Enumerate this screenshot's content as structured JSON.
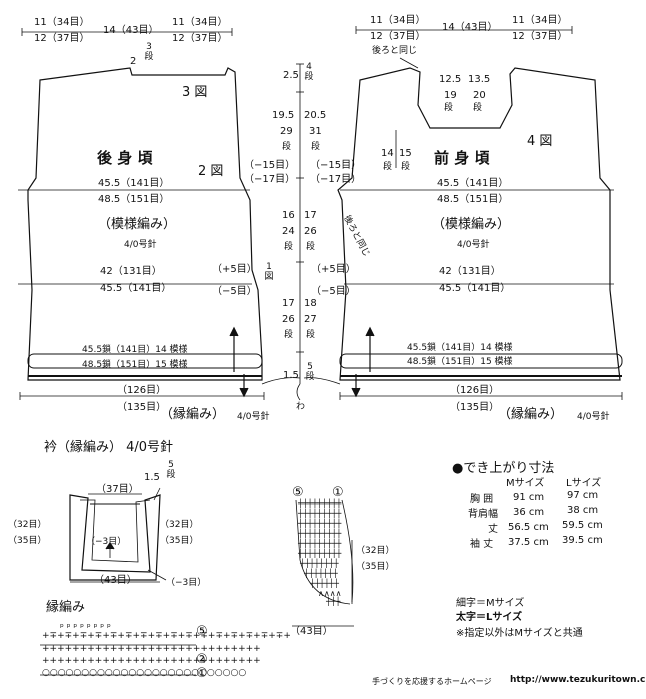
{
  "back": {
    "top_left": [
      "11（34目）",
      "12（37目）"
    ],
    "top_mid": "14（43目）",
    "top_right": [
      "11（34目）",
      "12（37目）"
    ],
    "shoulder_rows": "2",
    "shoulder_unit": "3段",
    "fig3": "3 図",
    "fig2": "2 図",
    "title": "後 身 頃",
    "width1": [
      "45.5（141目）",
      "48.5（151目）"
    ],
    "pattern": "（模様編み）",
    "needle": "4/0号針",
    "width2": [
      "42（131目）",
      "45.5（141目）"
    ],
    "plus5": "（+5目）",
    "minus5": "（−5目）",
    "chain": [
      "45.5鎖（141目）14 模様",
      "48.5鎖（151目）15 模様"
    ],
    "bottom": [
      "（126目）",
      "（135目）"
    ],
    "edge_label": "（縁編み）",
    "edge_needle": "4/0号針"
  },
  "front": {
    "top_left": [
      "11（34目）",
      "12（37目）"
    ],
    "top_mid": "14（43目）",
    "top_right": [
      "11（34目）",
      "12（37目）"
    ],
    "same_as_back": "後ろと同じ",
    "neck_left": [
      "12.5",
      "19",
      "段"
    ],
    "neck_right": [
      "13.5",
      "20",
      "段"
    ],
    "side_rows_a": [
      "14",
      "段"
    ],
    "side_rows_b": [
      "15",
      "段"
    ],
    "title": "前 身 頃",
    "fig4": "4 図",
    "width1": [
      "45.5（141目）",
      "48.5（151目）"
    ],
    "pattern": "（模様編み）",
    "needle": "4/0号針",
    "width2": [
      "42（131目）",
      "45.5（141目）"
    ],
    "side_note": "後ろと同じ",
    "chain": [
      "45.5鎖（141目）14 模様",
      "48.5鎖（151目）15 模様"
    ],
    "bottom": [
      "（126目）",
      "（135目）"
    ],
    "edge_label": "（縁編み）",
    "edge_needle": "4/0号針"
  },
  "center": {
    "top": "2.5",
    "top_rows": "4段",
    "armhole_l": [
      "19.5",
      "29",
      "段"
    ],
    "armhole_r": [
      "20.5",
      "31",
      "段"
    ],
    "dec_l": [
      "（−15目）",
      "（−17目）"
    ],
    "dec_r": [
      "（−15目）",
      "（−17目）"
    ],
    "mid_l": [
      "16",
      "24",
      "段"
    ],
    "mid_r": [
      "17",
      "26",
      "段"
    ],
    "plus5": "（+5目）",
    "minus5": "（−5目）",
    "fig1": "1 図",
    "low_l": [
      "17",
      "26",
      "段"
    ],
    "low_r": [
      "18",
      "27",
      "段"
    ],
    "edge": "1.5",
    "edge_rows": "5段",
    "wa": "わ"
  },
  "collar": {
    "title": "衿（縁編み） 4/0号針",
    "top": "（37目）",
    "rows_val": "1.5",
    "rows_unit": "5段",
    "left": [
      "（32目）",
      "（35目）"
    ],
    "right": [
      "（32目）",
      "（35目）"
    ],
    "inner": "（−3目）",
    "bottom": "（43目）",
    "outer": "（−3目）"
  },
  "edging": {
    "title": "縁編み",
    "row5": "⑤",
    "row2": "②",
    "row1": "①"
  },
  "corner": {
    "row5": "⑤",
    "row1": "①",
    "side": [
      "（32目）",
      "（35目）"
    ],
    "bottom": "（43目）"
  },
  "sizes": {
    "title": "●でき上がり寸法",
    "headers": [
      "Mサイズ",
      "Lサイズ"
    ],
    "rows": [
      {
        "label": "胸 囲",
        "m": "91 cm",
        "l": "97 cm"
      },
      {
        "label": "背肩幅",
        "m": "36 cm",
        "l": "38 cm"
      },
      {
        "label": "丈",
        "m": "56.5 cm",
        "l": "59.5 cm"
      },
      {
        "label": "袖 丈",
        "m": "37.5 cm",
        "l": "39.5 cm"
      }
    ]
  },
  "notes": [
    "細字＝Mサイズ",
    "太字＝Lサイズ",
    "※指定以外はMサイズと共通"
  ],
  "footer": {
    "text": "手づくりを応援するホームページ",
    "url": "http://www.tezukuritown.c"
  }
}
